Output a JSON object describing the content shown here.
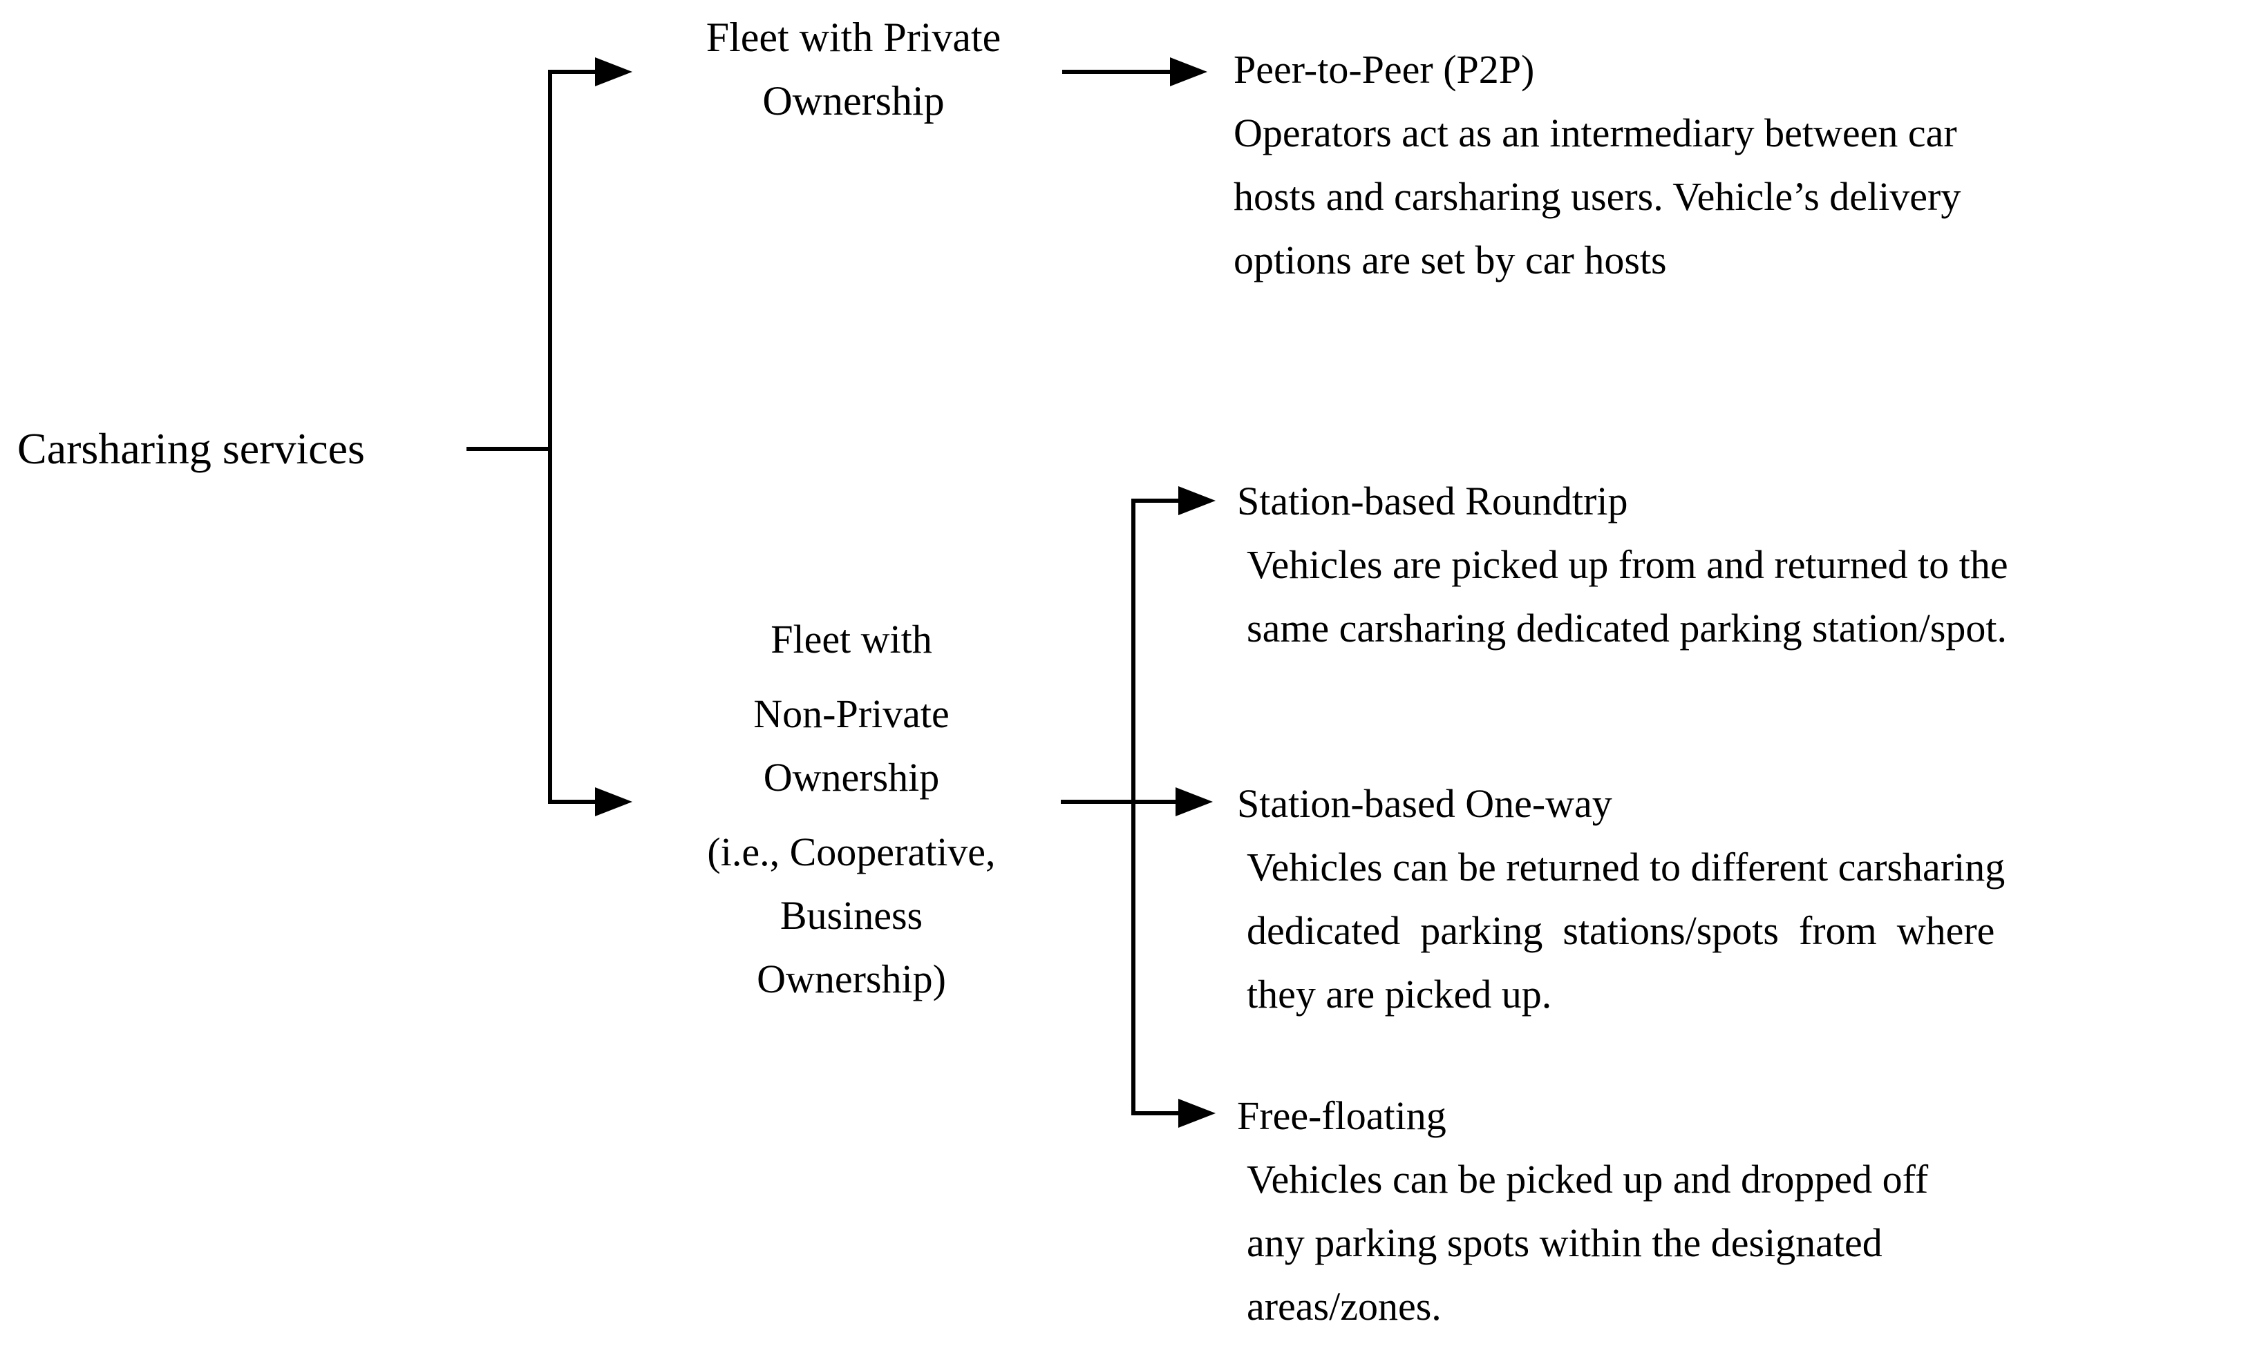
{
  "colors": {
    "ink": "#000000",
    "background": "#ffffff"
  },
  "diagram": {
    "root_label": "Carsharing services",
    "fleet_private": {
      "label": [
        "Fleet with Private",
        "Ownership"
      ],
      "p2p": {
        "title": "Peer-to-Peer (P2P)",
        "description": [
          "Operators act as an intermediary between car",
          "hosts and carsharing users. Vehicle’s delivery",
          "options are set by car hosts"
        ]
      }
    },
    "fleet_non_private": {
      "label_top": "Fleet with",
      "label_middle": [
        "Non-Private",
        "Ownership"
      ],
      "label_note": [
        "(i.e., Cooperative,",
        "Business",
        "Ownership)"
      ],
      "station_roundtrip": {
        "title": "Station-based Roundtrip",
        "description": [
          "Vehicles are picked up from and returned to the",
          "same carsharing dedicated parking station/spot."
        ]
      },
      "station_oneway": {
        "title": "Station-based One-way",
        "description": [
          "Vehicles can be returned to different carsharing",
          "dedicated  parking  stations/spots  from  where",
          "they are picked up."
        ]
      },
      "free_floating": {
        "title": "Free-floating",
        "description": [
          "Vehicles can be picked up and dropped off",
          "any parking spots within the designated",
          "areas/zones."
        ]
      }
    }
  }
}
